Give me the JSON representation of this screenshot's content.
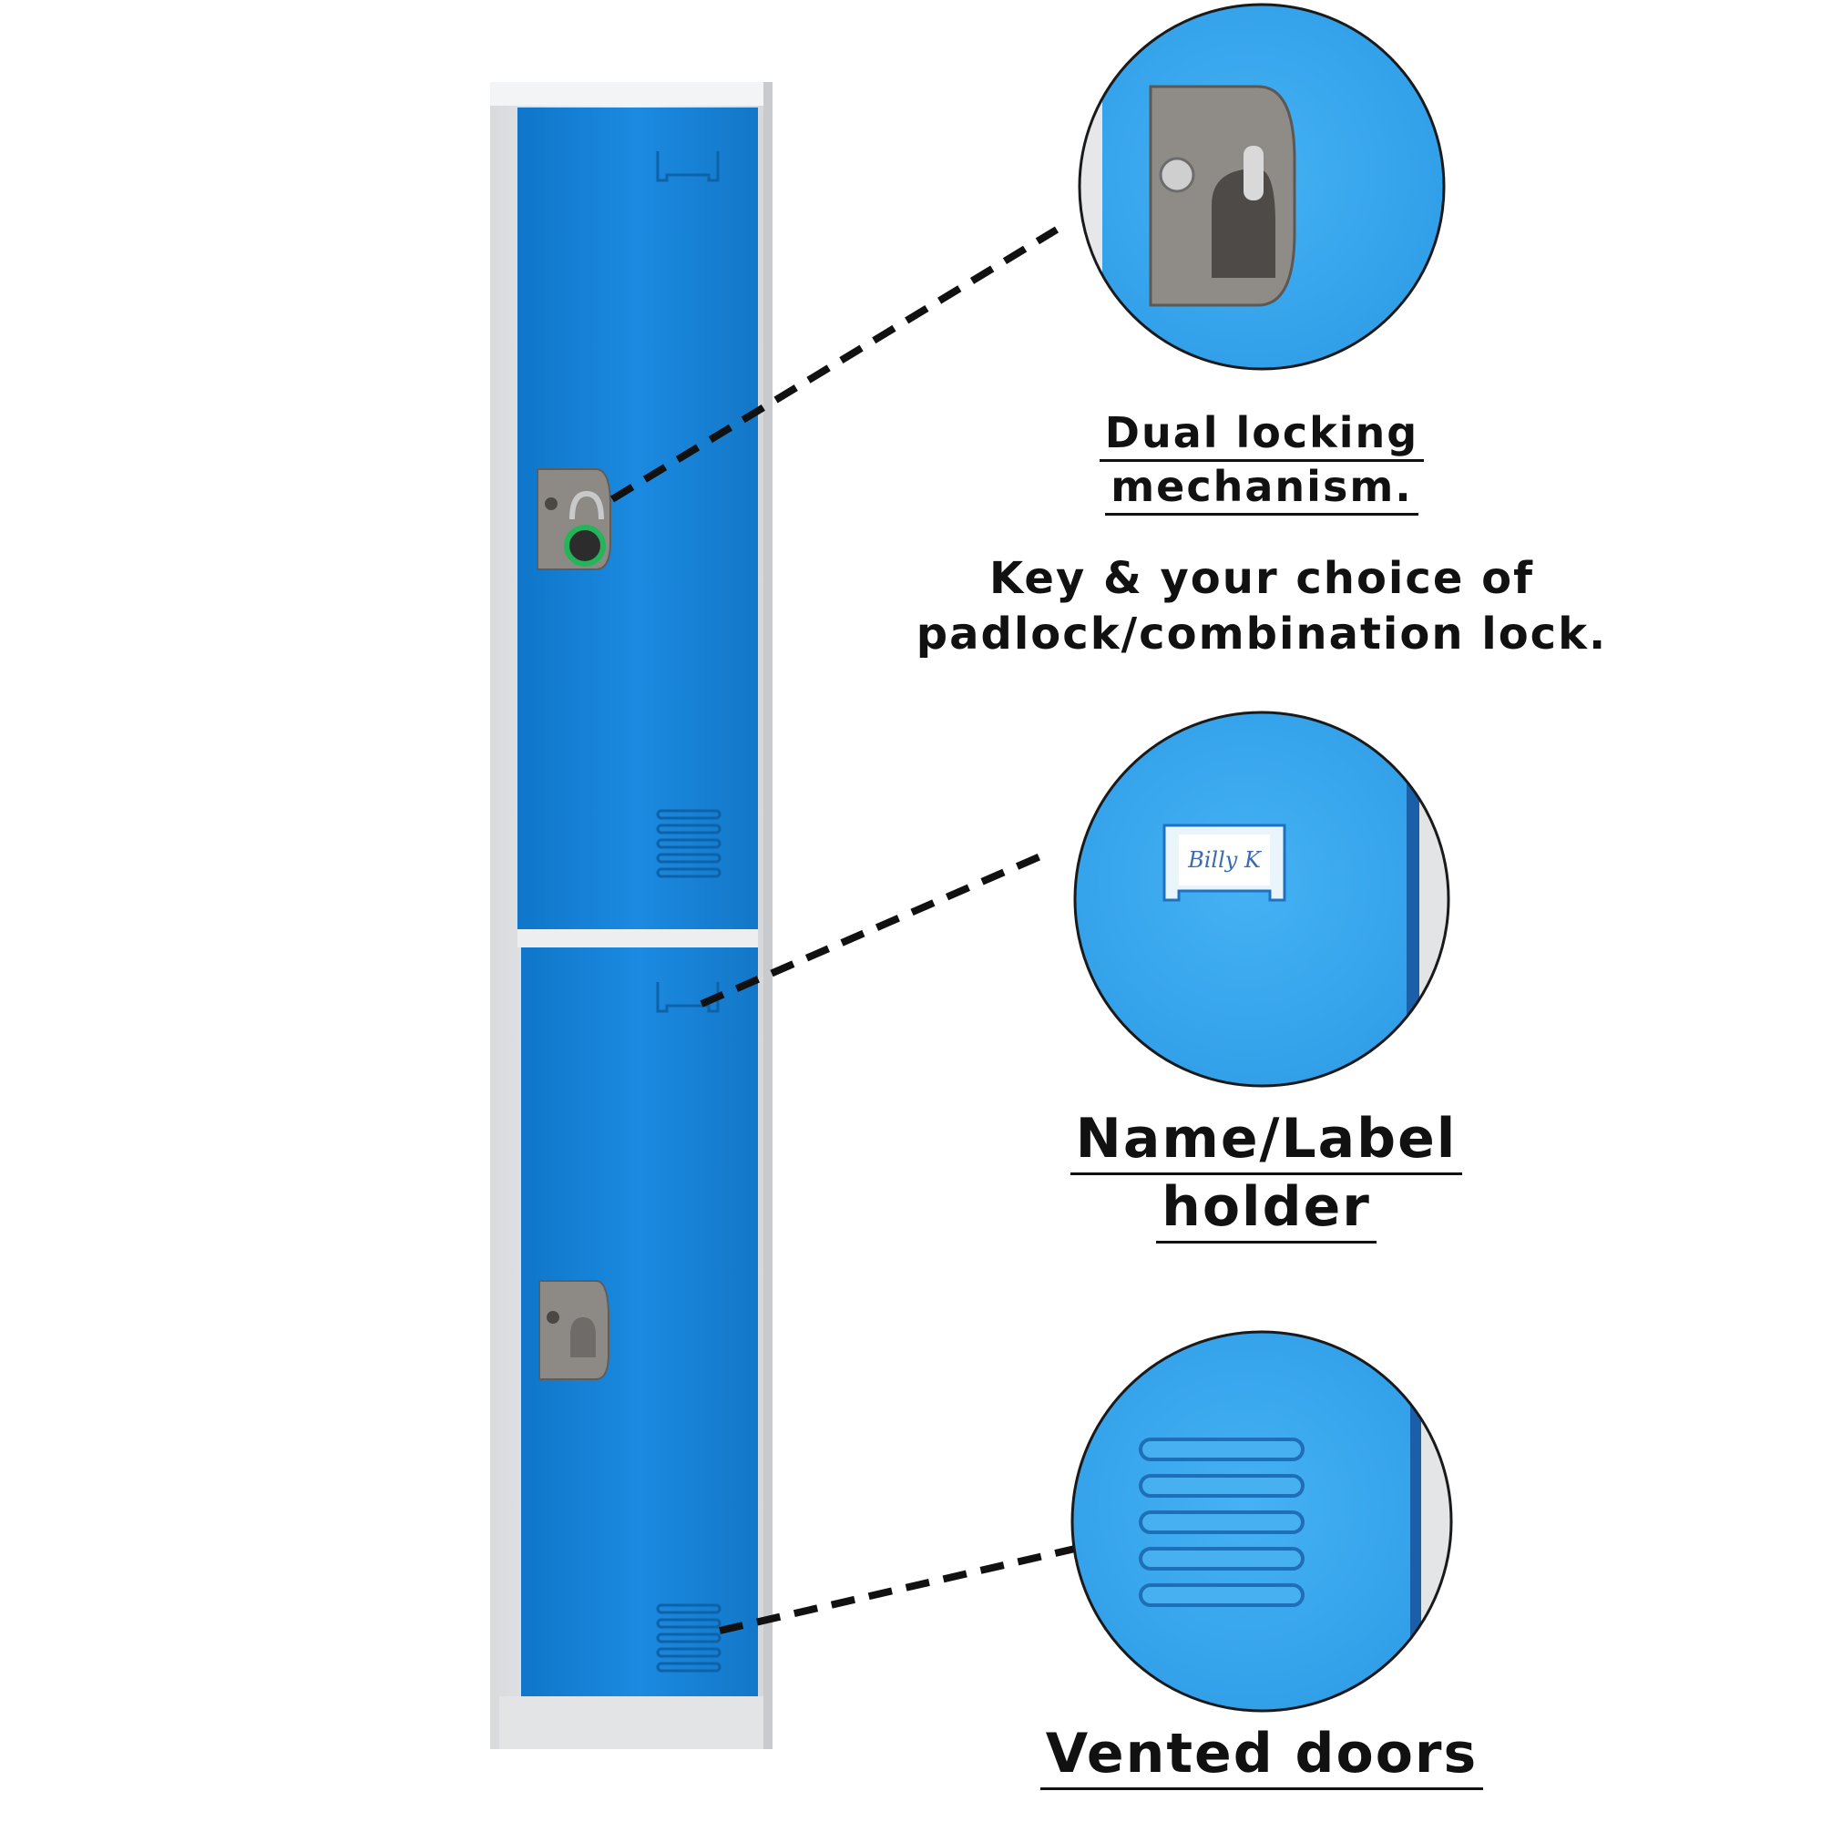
{
  "image": {
    "subject": "two-tier blue metal locker with three magnified feature callouts",
    "colors": {
      "door": "#1583d8",
      "frame": "#e9eaed",
      "zoom_blue": "#38aaf0",
      "lock_gray": "#8d8a86",
      "text": "#111111"
    }
  },
  "callouts": {
    "dual_locking": {
      "title_line1": "Dual locking",
      "title_line2": "mechanism.",
      "detail_line1": "Key & your choice of",
      "detail_line2": "padlock/combination lock."
    },
    "name_label": {
      "title_line1": "Name/Label",
      "title_line2": "holder",
      "label_signature": "Billy K"
    },
    "vented": {
      "title": "Vented doors"
    }
  }
}
